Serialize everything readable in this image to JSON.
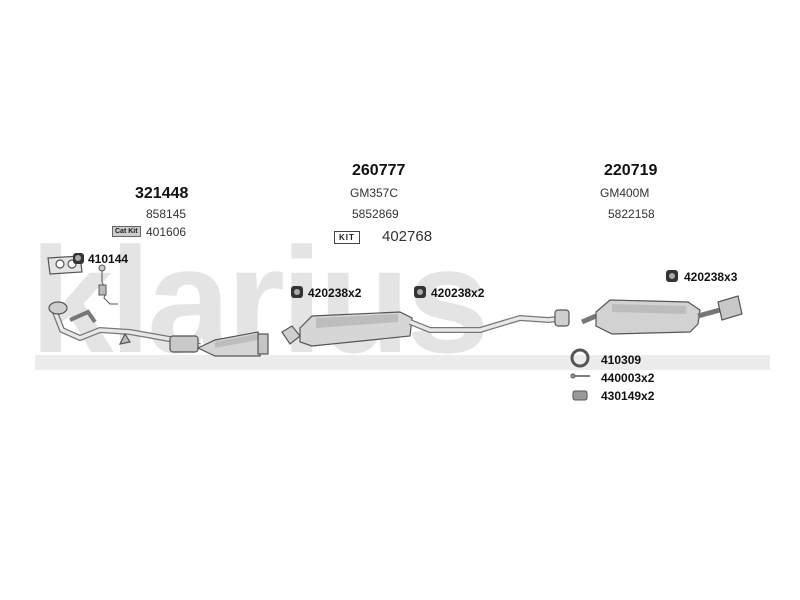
{
  "watermark": {
    "text": "klarius",
    "color": "#e4e4e4"
  },
  "sections": [
    {
      "part_number": "321448",
      "sub1": "858145",
      "sub2": "401606",
      "cat_kit_label": "Cat Kit"
    },
    {
      "part_number": "260777",
      "sub1": "GM357C",
      "sub2": "5852869",
      "kit_label": "KIT",
      "kit_number": "402768"
    },
    {
      "part_number": "220719",
      "sub1": "GM400M",
      "sub2": "5822158"
    }
  ],
  "parts": {
    "gasket": "410144",
    "hanger1": "420238x2",
    "hanger2": "420238x2",
    "hanger3": "420238x3",
    "ring": "410309",
    "bolt": "440003x2",
    "clamp": "430149x2"
  }
}
